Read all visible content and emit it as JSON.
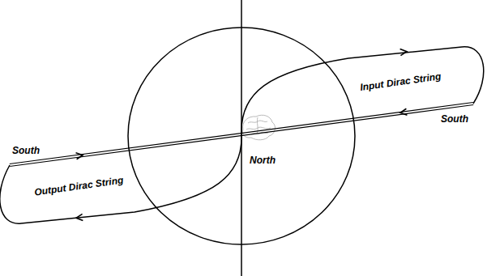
{
  "diagram": {
    "labels": [
      "Input Dirac String",
      "South",
      "South",
      "North",
      "Output Dirac String"
    ]
  }
}
